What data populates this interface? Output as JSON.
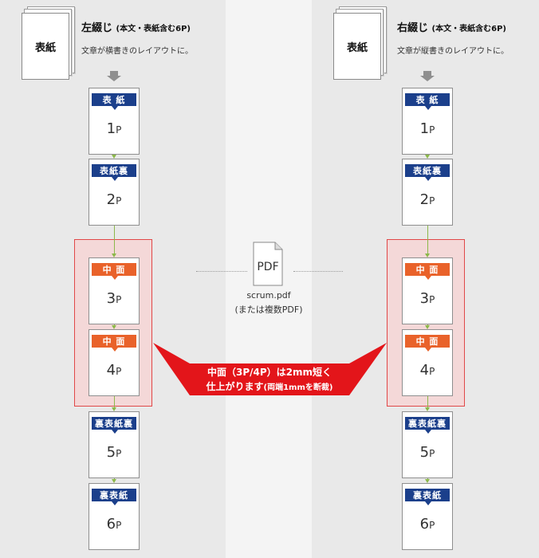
{
  "left": {
    "cover_label": "表紙",
    "title": "左綴じ",
    "title_sub": "(本文・表紙含む6P)",
    "description": "文章が横書きのレイアウトに。"
  },
  "right": {
    "cover_label": "表紙",
    "title": "右綴じ",
    "title_sub": "(本文・表紙含む6P)",
    "description": "文章が縦書きのレイアウトに。"
  },
  "pages": [
    {
      "tag": "表 紙",
      "number": "1",
      "unit": "P",
      "color": "#1b3f8b"
    },
    {
      "tag": "表紙裏",
      "number": "2",
      "unit": "P",
      "color": "#1b3f8b"
    },
    {
      "tag": "中 面",
      "number": "3",
      "unit": "P",
      "color": "#e9622a"
    },
    {
      "tag": "中 面",
      "number": "4",
      "unit": "P",
      "color": "#e9622a"
    },
    {
      "tag": "裏表紙裏",
      "number": "5",
      "unit": "P",
      "color": "#1b3f8b"
    },
    {
      "tag": "裏表紙",
      "number": "6",
      "unit": "P",
      "color": "#1b3f8b"
    }
  ],
  "pdf": {
    "icon_label": "PDF",
    "filename": "scrum.pdf",
    "alt": "(または複数PDF)"
  },
  "note": {
    "line1": "中面（3P/4P）は2mm短く",
    "line2_main": "仕上がります",
    "line2_sub": "(両端1mmを断裁)"
  },
  "colors": {
    "navy": "#1b3f8b",
    "orange": "#e9622a",
    "highlight_border": "#e04848",
    "highlight_fill": "#f4d8d8",
    "note_bg": "#e3151a",
    "connector": "#8cb84a"
  }
}
